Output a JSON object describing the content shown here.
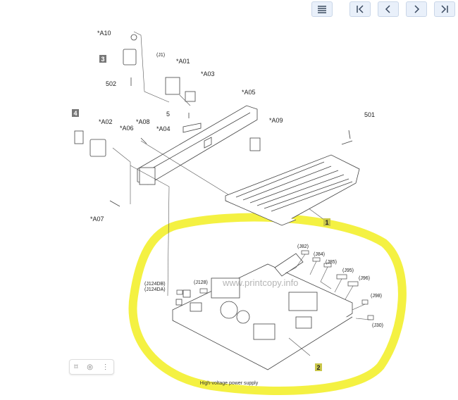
{
  "toolbar": {
    "buttons": [
      {
        "icon": "list-icon"
      },
      {
        "icon": "first-page-icon"
      },
      {
        "icon": "prev-page-icon"
      },
      {
        "icon": "next-page-icon"
      },
      {
        "icon": "last-page-icon"
      }
    ]
  },
  "labels": {
    "a10": "*A10",
    "j1": "(J1)",
    "a01": "*A01",
    "a03": "*A03",
    "n502": "502",
    "a05": "*A05",
    "n5": "5",
    "a02": "*A02",
    "a06": "*A06",
    "a08": "*A08",
    "a04": "*A04",
    "a09": "*A09",
    "n501": "501",
    "a07": "*A07",
    "j82": "(J82)",
    "j84": "(J84)",
    "j85": "(J85)",
    "j95": "(J95)",
    "j96": "(J96)",
    "j98": "(J98)",
    "j30": "(J30)",
    "j128": "(J128)",
    "j124db": "(J124DB)",
    "j124da": "(J124DA)"
  },
  "callouts": {
    "c1": "1",
    "c2": "2",
    "c3": "3",
    "c4": "4"
  },
  "watermark": "www.printcopy.info",
  "mini_toolbar": {
    "bookmark_icon": "⌑",
    "camera_icon": "◎",
    "more_icon": "⋮"
  },
  "caption": "High-voltage power supply",
  "colors": {
    "highlight": "#f4f142",
    "toolbar_bg": "#e9f0fa",
    "toolbar_border": "#c9d6e8"
  }
}
